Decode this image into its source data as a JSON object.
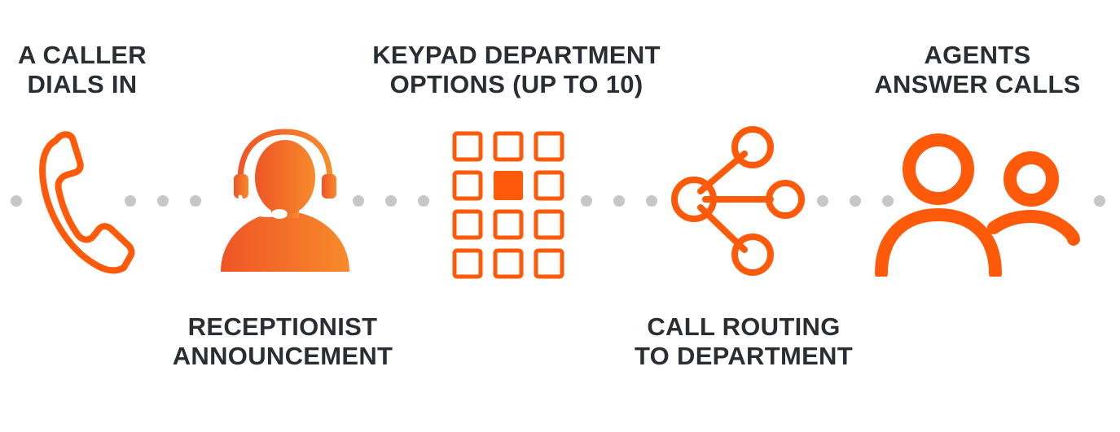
{
  "steps": [
    {
      "id": "caller",
      "line1": "A CALLER",
      "line2": "DIALS IN",
      "icon": "phone-handset-icon"
    },
    {
      "id": "receptionist",
      "line1": "RECEPTIONIST",
      "line2": "ANNOUNCEMENT",
      "icon": "headset-agent-icon"
    },
    {
      "id": "keypad",
      "line1": "KEYPAD DEPARTMENT",
      "line2": "OPTIONS (UP TO 10)",
      "icon": "keypad-grid-icon"
    },
    {
      "id": "routing",
      "line1": "CALL ROUTING",
      "line2": "TO DEPARTMENT",
      "icon": "share-network-icon"
    },
    {
      "id": "agents",
      "line1": "AGENTS",
      "line2": "ANSWER CALLS",
      "icon": "users-group-icon"
    }
  ],
  "colors": {
    "accent": "#ff5a0a",
    "accent_light": "#f58a2a",
    "text": "#2a2e33",
    "connector_dot": "#c7c7c7"
  }
}
